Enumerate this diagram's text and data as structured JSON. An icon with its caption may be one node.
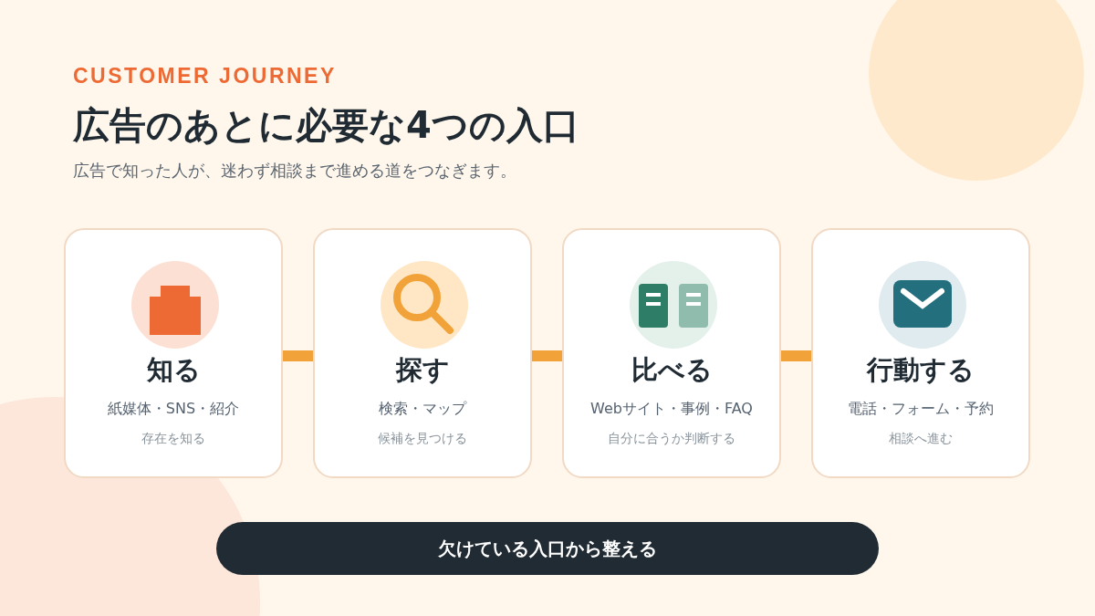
{
  "diagram": {
    "title": "広告のあとに必要な4つの入口",
    "nodes": [
      {
        "text": [
          "知る",
          "紙媒体・SNS・紹介",
          "存在を知る"
        ]
      },
      {
        "text": [
          "探す",
          "検索・マップ",
          "候補を見つける"
        ]
      },
      {
        "text": [
          "比べる",
          "Webサイト・事例・FAQ",
          "自分に合うか判断する"
        ]
      },
      {
        "text": [
          "行動する",
          "電話・フォーム・予約",
          "相談へ進む"
        ]
      },
      {
        "text": [
          "欠けている入口から整える"
        ]
      }
    ],
    "edges": [
      {
        "from": 0,
        "to": 1,
        "arrow": "none"
      },
      {
        "from": 1,
        "to": 2,
        "arrow": "none"
      },
      {
        "from": 2,
        "to": 3,
        "arrow": "none"
      }
    ],
    "labels": [
      "CUSTOMER JOURNEY",
      "広告で知った人が、迷わず相談まで進める道をつなぎます。"
    ]
  }
}
